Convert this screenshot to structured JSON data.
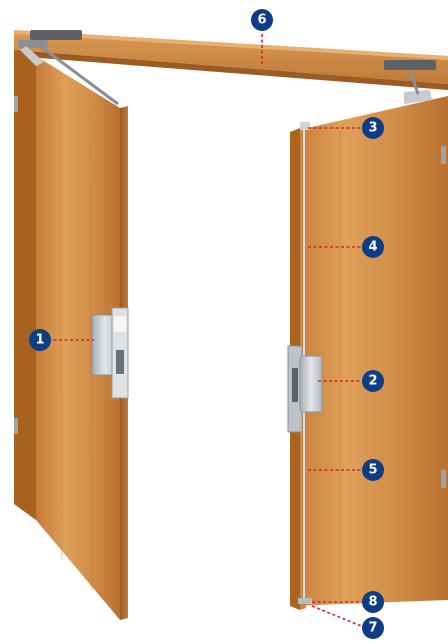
{
  "colors": {
    "marker": "#0d3d86",
    "leader": "#d8262b",
    "wood_light": "#d9944a",
    "wood_dark": "#b26a2a",
    "metal": "#c7cbd0"
  },
  "markers": [
    {
      "id": "m1",
      "label": "1"
    },
    {
      "id": "m2",
      "label": "2"
    },
    {
      "id": "m3",
      "label": "3"
    },
    {
      "id": "m4",
      "label": "4"
    },
    {
      "id": "m5",
      "label": "5"
    },
    {
      "id": "m6",
      "label": "6"
    },
    {
      "id": "m7",
      "label": "7"
    },
    {
      "id": "m8",
      "label": "8"
    }
  ]
}
